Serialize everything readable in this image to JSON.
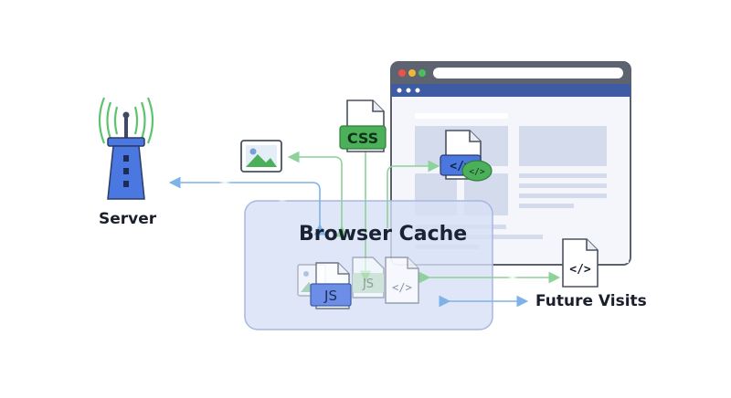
{
  "diagram": {
    "server_label": "Server",
    "cache_title": "Browser Cache",
    "future_label": "Future Visits",
    "css_badge": "CSS",
    "js_badge": "JS",
    "code_glyph": "</>",
    "short_code_glyph": "</>"
  },
  "icons": [
    "server-tower-icon",
    "image-file-icon",
    "css-file-icon",
    "html-code-file-icon",
    "js-file-icon",
    "code-file-icon",
    "browser-window-icon"
  ],
  "colors": {
    "accent_blue": "#5b7fe0",
    "browser_bar": "#3f5ba3",
    "cache_fill": "#dbe4f8",
    "arrow_blue": "#7fb2e6",
    "arrow_green": "#8ed19a",
    "css_green": "#4caf5a"
  }
}
